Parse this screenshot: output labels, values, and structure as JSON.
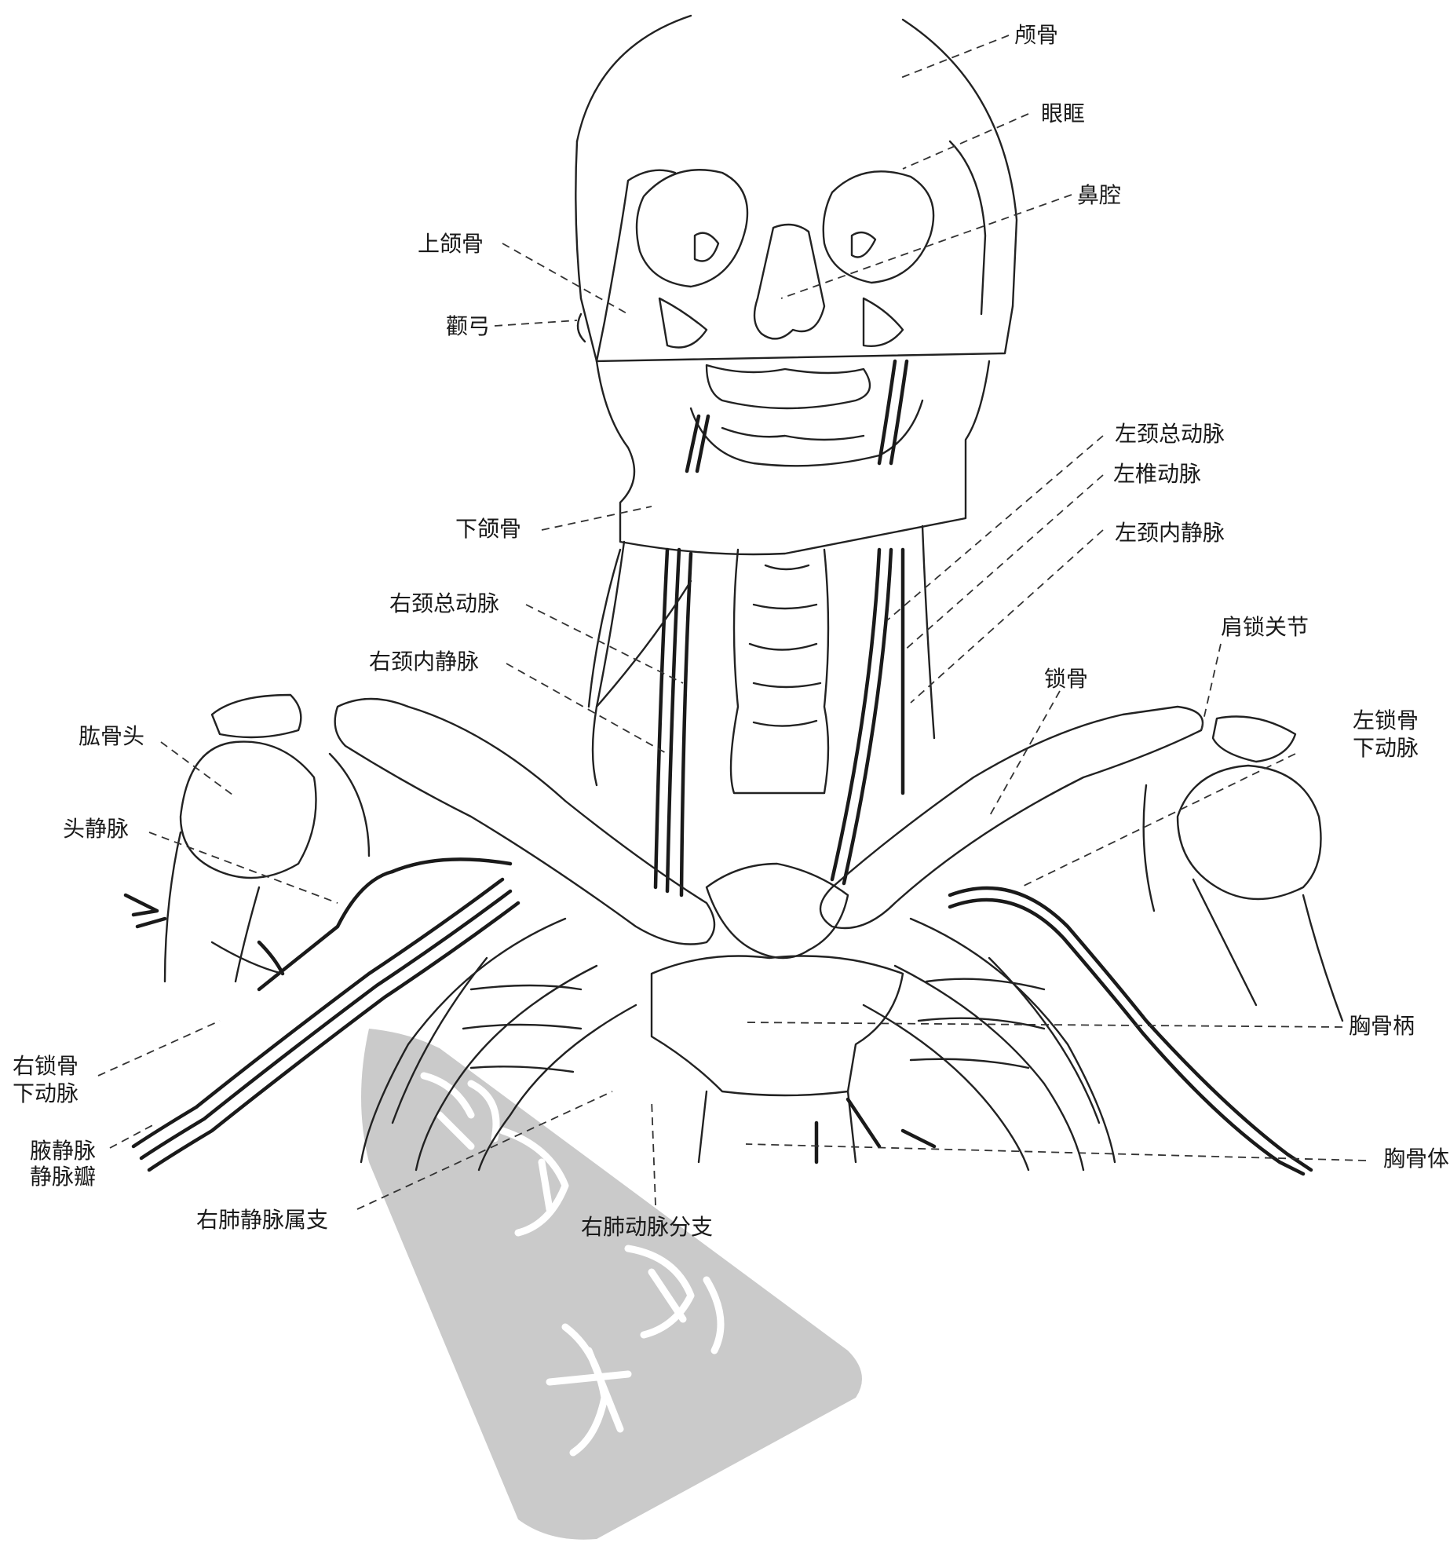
{
  "labels": {
    "skull": "颅骨",
    "orbit": "眼眶",
    "nasal_cavity": "鼻腔",
    "maxilla": "上颌骨",
    "zygomatic_arch": "颧弓",
    "mandible": "下颌骨",
    "right_common_carotid": "右颈总动脉",
    "right_internal_jugular": "右颈内静脉",
    "left_common_carotid": "左颈总动脉",
    "left_vertebral_artery": "左椎动脉",
    "left_internal_jugular": "左颈内静脉",
    "acromioclavicular_joint": "肩锁关节",
    "clavicle": "锁骨",
    "left_subclavian_artery_line1": "左锁骨",
    "left_subclavian_artery_line2": "下动脉",
    "humeral_head": "肱骨头",
    "cephalic_vein": "头静脉",
    "manubrium": "胸骨柄",
    "right_subclavian_artery_line1": "右锁骨",
    "right_subclavian_artery_line2": "下动脉",
    "axillary_vein_line1": "腋静脉",
    "axillary_vein_line2": "静脉瓣",
    "sternum_body": "胸骨体",
    "right_pulmonary_vein_branch": "右肺静脉属支",
    "right_pulmonary_artery_branch": "右肺动脉分支"
  },
  "watermark": {
    "seal_text": "严世芸题"
  },
  "colors": {
    "line": "#222222",
    "seal": "#b8b8b8",
    "background": "#ffffff"
  }
}
